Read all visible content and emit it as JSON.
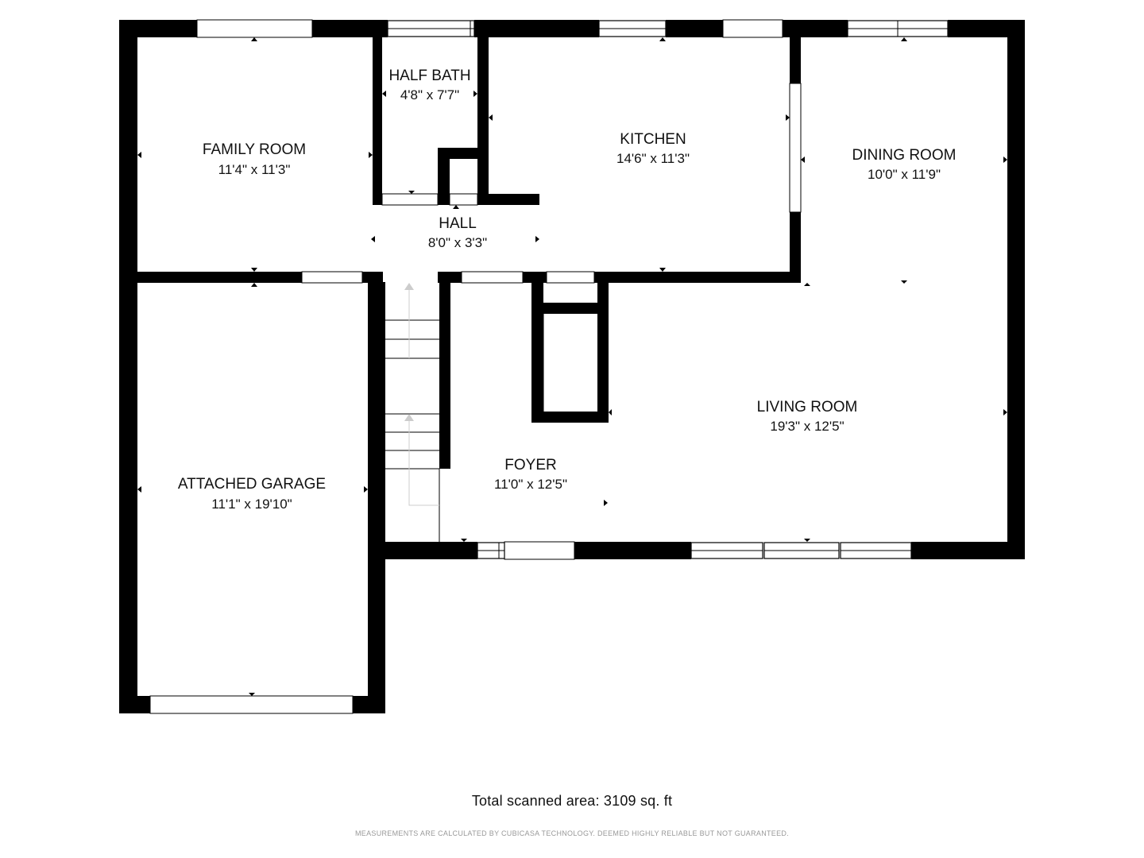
{
  "rooms": [
    {
      "name": "FAMILY ROOM",
      "dims": "11'4\" x 11'3\""
    },
    {
      "name": "HALF BATH",
      "dims": "4'8\" x 7'7\""
    },
    {
      "name": "KITCHEN",
      "dims": "14'6\" x 11'3\""
    },
    {
      "name": "DINING ROOM",
      "dims": "10'0\" x 11'9\""
    },
    {
      "name": "HALL",
      "dims": "8'0\" x 3'3\""
    },
    {
      "name": "LIVING ROOM",
      "dims": "19'3\" x 12'5\""
    },
    {
      "name": "FOYER",
      "dims": "11'0\" x 12'5\""
    },
    {
      "name": "ATTACHED GARAGE",
      "dims": "11'1\" x 19'10\""
    }
  ],
  "footer": {
    "total_area": "Total scanned area: 3109 sq. ft",
    "disclaimer": "MEASUREMENTS ARE CALCULATED BY CUBICASA TECHNOLOGY. DEEMED HIGHLY RELIABLE BUT NOT GUARANTEED."
  },
  "colors": {
    "wall": "#000000",
    "background": "#ffffff",
    "stair_arrow": "#cccccc"
  }
}
